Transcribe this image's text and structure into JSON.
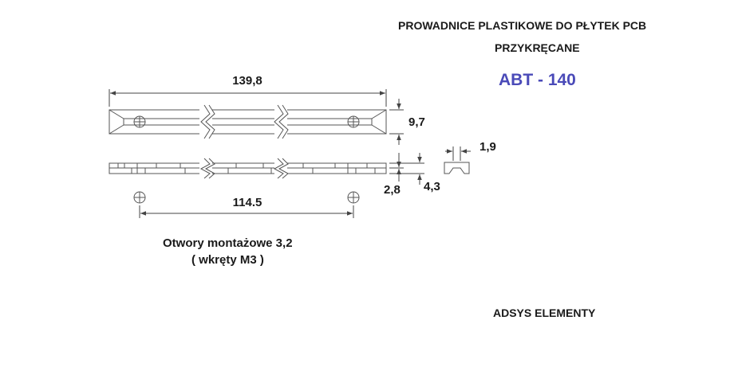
{
  "header": {
    "title_line1": "PROWADNICE PLASTIKOWE DO PŁYTEK  PCB",
    "title_line2": "PRZYKRĘCANE",
    "model": "ABT - 140"
  },
  "dimensions": {
    "overall_length": "139,8",
    "height": "9,7",
    "profile_width": "1,9",
    "side_a": "2,8",
    "side_b": "4,3",
    "hole_spacing": "114.5"
  },
  "notes": {
    "holes_line1": "Otwory montażowe 3,2",
    "holes_line2": "( wkręty M3 )"
  },
  "footer": {
    "company": "ADSYS ELEMENTY"
  },
  "colors": {
    "model_text": "#4a4ab8",
    "line": "#555555"
  }
}
